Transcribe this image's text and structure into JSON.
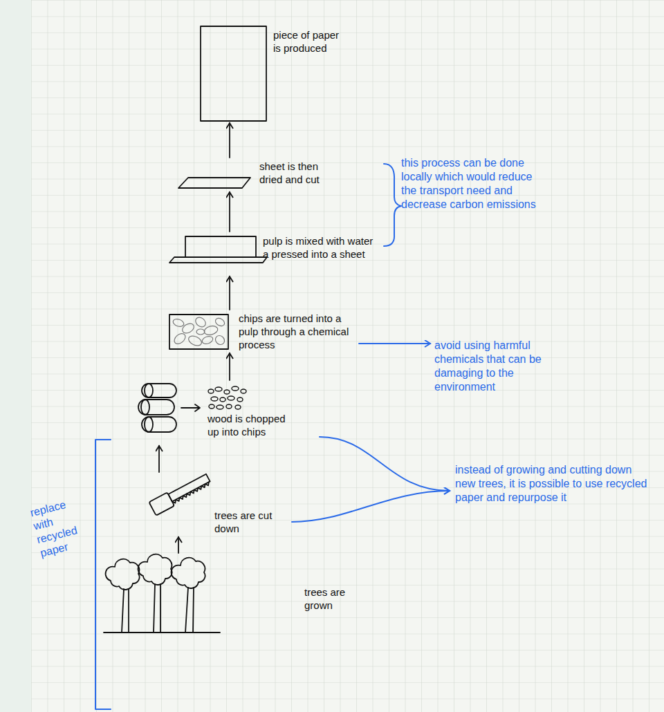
{
  "diagram": {
    "nodes": [
      {
        "text": [
          "piece of paper is produced"
        ]
      },
      {
        "text": [
          "sheet is then dried and cut"
        ]
      },
      {
        "text": [
          "this process can be done locally which would reduce the transport need and decrease carbon emissions"
        ]
      },
      {
        "text": [
          "pulp is mixed with water a pressed into a sheet"
        ]
      },
      {
        "text": [
          "chips are turned into a pulp through a chemical process"
        ]
      },
      {
        "text": [
          "avoid using harmful chemicals that can be damaging to the environment"
        ]
      },
      {
        "text": [
          "wood is chopped up into chips"
        ]
      },
      {
        "text": [
          "trees are cut down"
        ]
      },
      {
        "text": [
          "instead of growing and cutting down new trees, it is possible to use recycled paper and repurpose it"
        ]
      },
      {
        "text": [
          "trees are grown"
        ]
      }
    ],
    "edges": [
      {
        "from": 9,
        "to": 7,
        "arrow": "to"
      },
      {
        "from": 7,
        "to": 6,
        "arrow": "to"
      },
      {
        "from": 6,
        "to": 4,
        "arrow": "to"
      },
      {
        "from": 4,
        "to": 3,
        "arrow": "to"
      },
      {
        "from": 3,
        "to": 1,
        "arrow": "to"
      },
      {
        "from": 1,
        "to": 0,
        "arrow": "to"
      },
      {
        "from": 4,
        "to": 5,
        "arrow": "to"
      },
      {
        "from": 6,
        "to": 8,
        "arrow": "to"
      },
      {
        "from": 7,
        "to": 8,
        "arrow": "to"
      }
    ],
    "labels": [
      "replace with recycled paper"
    ]
  }
}
